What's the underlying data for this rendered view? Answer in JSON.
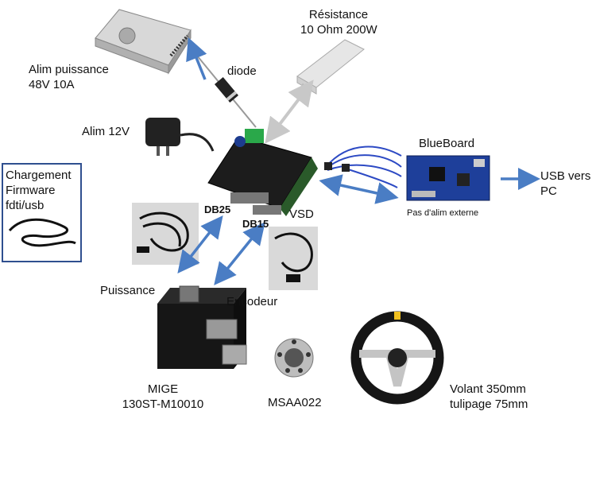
{
  "labels": {
    "psu": [
      "Alim puissance",
      "48V 10A"
    ],
    "diode": "diode",
    "resistor": [
      "Résistance",
      "10 Ohm 200W"
    ],
    "alim12": "Alim 12V",
    "firmware": [
      "Chargement",
      "Firmware",
      "fdti/usb"
    ],
    "blueboard": "BlueBoard",
    "no_ext_power": "Pas d'alim externe",
    "usb": [
      "USB vers",
      "PC"
    ],
    "db25": "DB25",
    "db15": "DB15",
    "vsd": "VSD",
    "power": "Puissance",
    "encoder": "Encodeur",
    "motor": [
      "MIGE",
      "130ST-M10010"
    ],
    "coupling": "MSAA022",
    "wheel": [
      "Volant 350mm",
      "tulipage 75mm"
    ]
  },
  "colors": {
    "arrow_blue": "#4a7dc4",
    "arrow_gray": "#c8c8c8",
    "box_border": "#2f4f8f"
  }
}
